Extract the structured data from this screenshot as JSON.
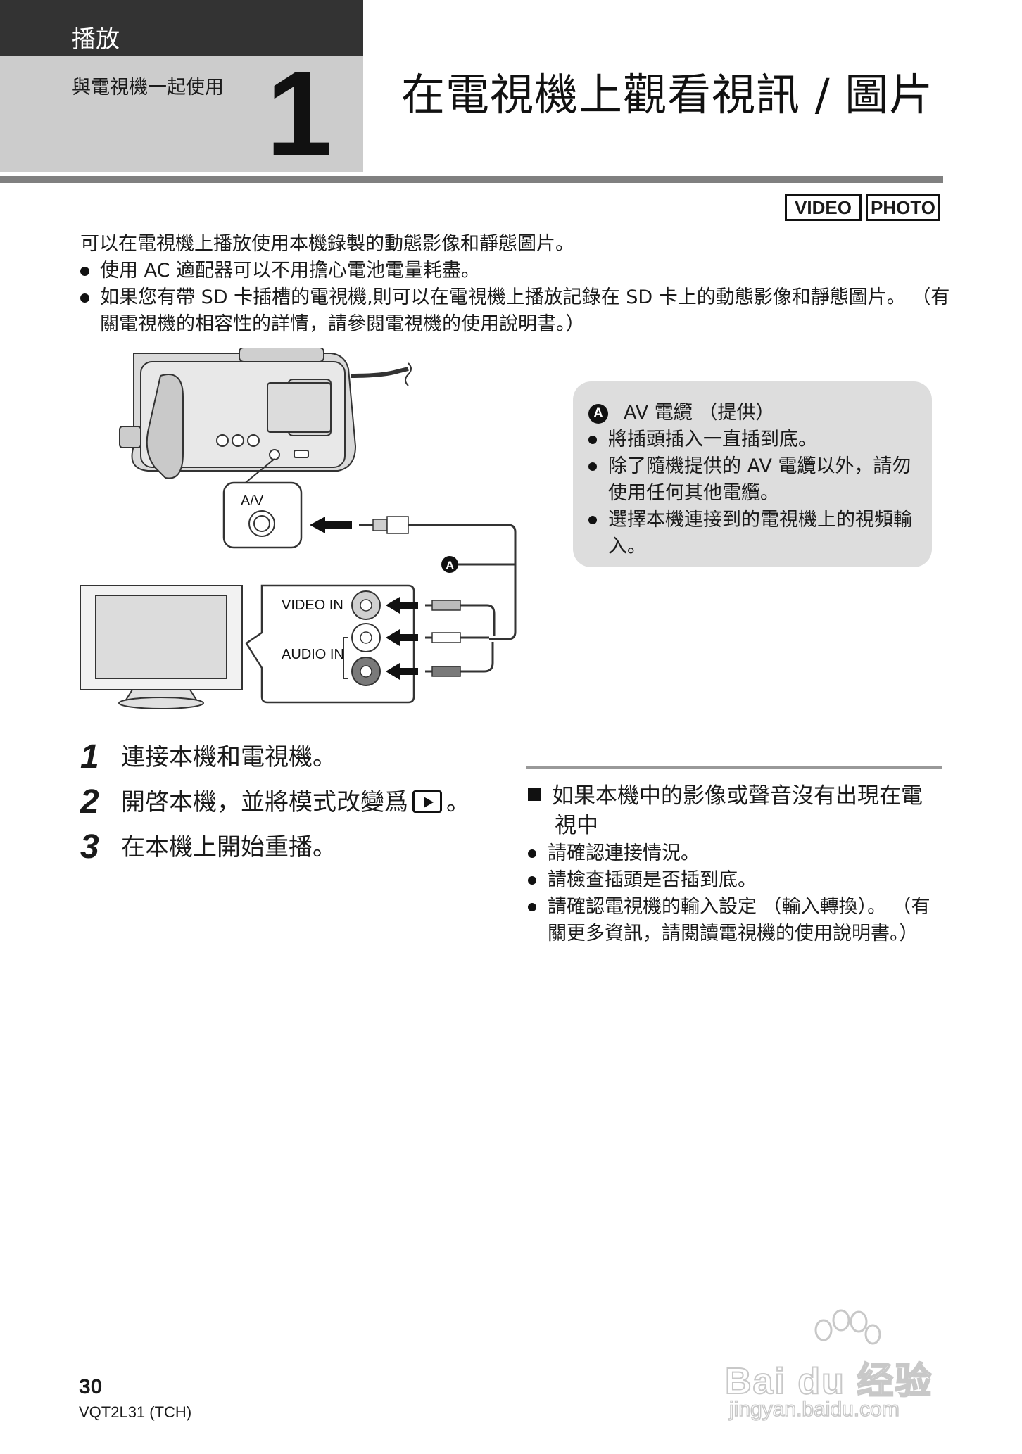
{
  "header": {
    "section": "播放",
    "subsection": "與電視機一起使用",
    "chapter_number": "1",
    "title": "在電視機上觀看視訊 / 圖片"
  },
  "badges": {
    "video": "VIDEO",
    "photo": "PHOTO"
  },
  "intro": {
    "line": "可以在電視機上播放使用本機錄製的動態影像和靜態圖片。",
    "bullets": [
      "使用 AC 適配器可以不用擔心電池電量耗盡。",
      "如果您有帶 SD 卡插槽的電視機,則可以在電視機上播放記錄在 SD 卡上的動態影像和靜態圖片。 （有關電視機的相容性的詳情，請參閱電視機的使用說明書。）"
    ]
  },
  "diagram": {
    "av_label": "A/V",
    "video_in": "VIDEO IN",
    "audio_in": "AUDIO IN",
    "marker": "A"
  },
  "infobox": {
    "marker": "A",
    "title": "AV 電纜 （提供）",
    "bullets": [
      "將插頭插入一直插到底。",
      "除了隨機提供的 AV 電纜以外，請勿使用任何其他電纜。",
      "選擇本機連接到的電視機上的視頻輸入。"
    ]
  },
  "steps": [
    {
      "num": "1",
      "text": "連接本機和電視機。"
    },
    {
      "num": "2",
      "text": "開啓本機，並將模式改變爲",
      "suffix": "。"
    },
    {
      "num": "3",
      "text": "在本機上開始重播。"
    }
  ],
  "trouble": {
    "heading_line1": "如果本機中的影像或聲音沒有出現在電",
    "heading_line2": "視中",
    "bullets": [
      "請確認連接情況。",
      "請檢查插頭是否插到底。",
      "請確認電視機的輸入設定 （輸入轉換）。 （有關更多資訊，請閱讀電視機的使用說明書。）"
    ]
  },
  "footer": {
    "page_number": "30",
    "model_code": "VQT2L31 (TCH)"
  },
  "watermark": {
    "brand": "Bai du 经验",
    "url": "jingyan.baidu.com"
  }
}
